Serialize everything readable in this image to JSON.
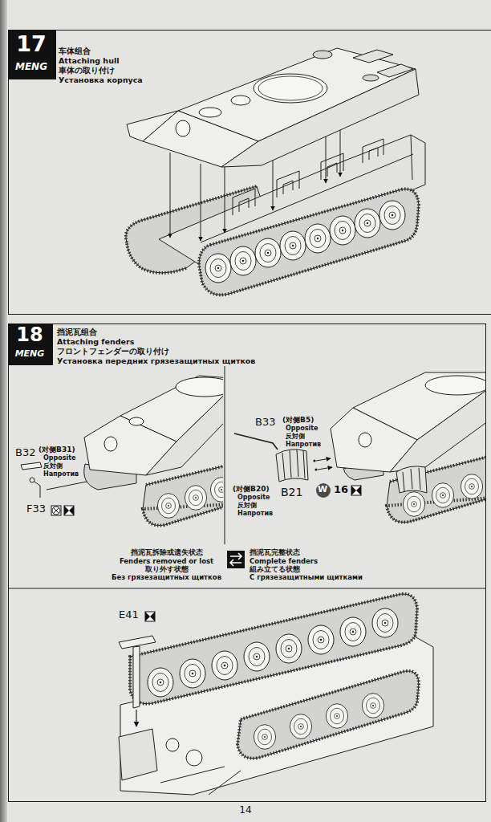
{
  "diagram": {
    "nodes": [
      {
        "text": [
          "车体组合",
          "Attaching hull",
          "車体の取り付け",
          "Установка корпуса"
        ]
      },
      {
        "text": [
          "17",
          "MENG"
        ],
        "in": 0
      },
      {
        "text": [
          "挡泥瓦组合",
          "Attaching fenders",
          "フロントフェンダーの取り付け",
          "Установка передних грязезащитных щитков"
        ]
      },
      {
        "text": [
          "18",
          "MENG"
        ],
        "in": 2
      },
      {
        "text": [
          "W"
        ],
        "in": 2
      }
    ],
    "labels": [
      "B32",
      "(对侧B31)",
      "Opposite",
      "反対側",
      "Напротив",
      "F33",
      "B33",
      "(对侧B5)",
      "Opposite",
      "反対側",
      "Напротив",
      "(对侧B20)",
      "Opposite",
      "反対側",
      "Напротив",
      "B21",
      "16",
      "挡泥瓦拆除或遗失状态",
      "Fenders removed or lost",
      "取り外す状態",
      "Без грязезащитных щитков",
      "挡泥瓦完整状态",
      "Complete fenders",
      "組み立てる状態",
      "С грязезащитными щитками",
      "E41",
      "14"
    ]
  }
}
